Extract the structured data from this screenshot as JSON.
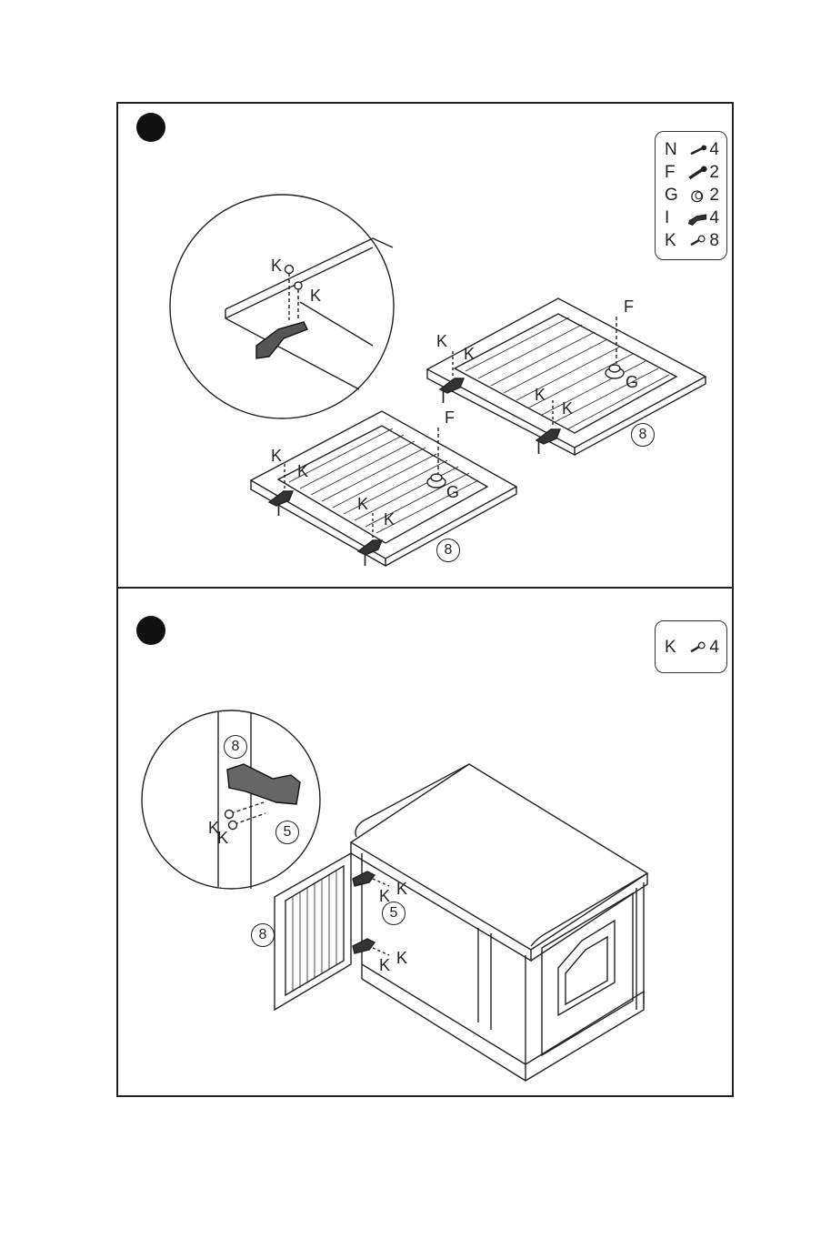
{
  "parts_list_1": [
    {
      "letter": "N",
      "qty": "4",
      "icon": "screw-icon"
    },
    {
      "letter": "F",
      "qty": "2",
      "icon": "long-screw-icon"
    },
    {
      "letter": "G",
      "qty": "2",
      "icon": "knob-icon"
    },
    {
      "letter": "I",
      "qty": "4",
      "icon": "hinge-icon"
    },
    {
      "letter": "K",
      "qty": "8",
      "icon": "short-screw-icon"
    }
  ],
  "parts_list_2": [
    {
      "letter": "K",
      "qty": "4",
      "icon": "short-screw-icon"
    }
  ],
  "labels": {
    "k": "K",
    "f": "F",
    "g": "G",
    "i": "I",
    "panel_door": "8",
    "panel_side": "5"
  },
  "colors": {
    "ink": "#222222",
    "paper": "#ffffff",
    "step_marker": "#111111"
  }
}
